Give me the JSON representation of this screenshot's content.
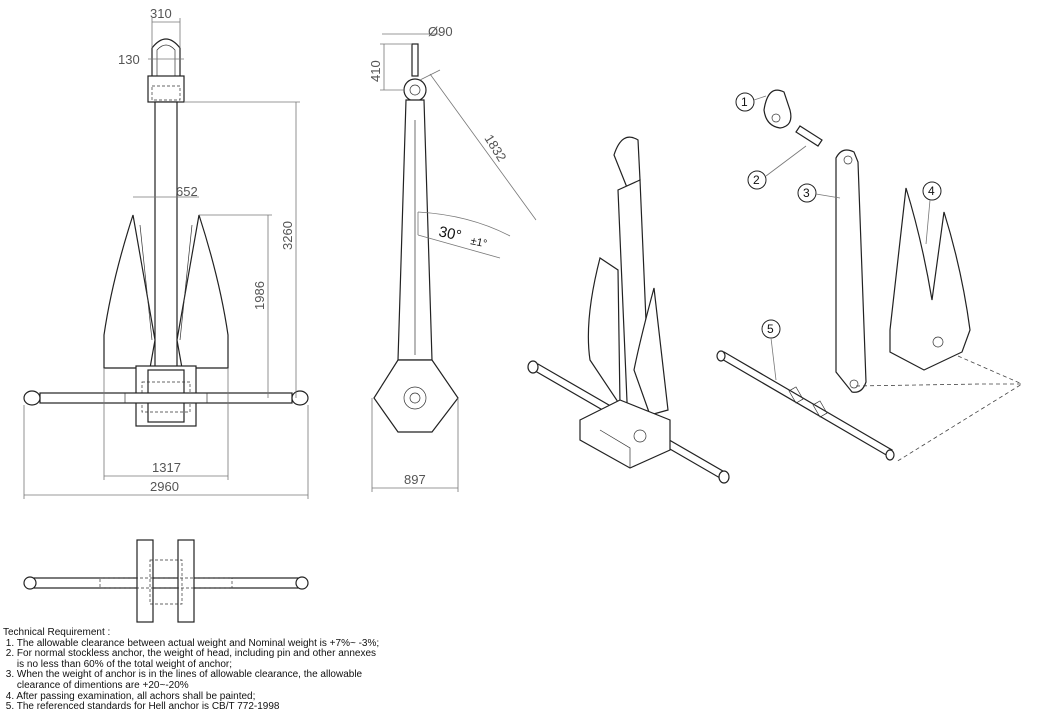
{
  "dimensions": {
    "front": {
      "head_width": "310",
      "head_lug": "130",
      "fluke_span": "652",
      "total_height": "3260",
      "fluke_height": "1986",
      "crown_width": "1317",
      "stock_length": "2960"
    },
    "side": {
      "pin_dia": "Ø90",
      "head_height": "410",
      "shank_length": "1832",
      "fluke_angle": "30°",
      "fluke_angle_tol": "±1°",
      "width": "897"
    }
  },
  "parts": [
    {
      "number": "1",
      "name": "shackle-icon"
    },
    {
      "number": "2",
      "name": "pin-icon"
    },
    {
      "number": "3",
      "name": "shank-icon"
    },
    {
      "number": "4",
      "name": "fluke-head-icon"
    },
    {
      "number": "5",
      "name": "stock-icon"
    }
  ],
  "technical_requirement": {
    "title": "Technical Requirement :",
    "lines": [
      " 1. The allowable clearance between actual weight and Nominal weight is +7%~ -3%;",
      " 2. For normal stockless anchor, the weight of head, including pin and other annexes",
      "     is no less than 60% of the total weight of anchor;",
      " 3. When the weight of anchor is in the lines of allowable clearance, the allowable",
      "     clearance of dimentions are +20~-20%",
      " 4. After passing examination, all achors shall be painted;",
      " 5. The referenced standards for Hell anchor is CB/T 772-1998"
    ]
  }
}
